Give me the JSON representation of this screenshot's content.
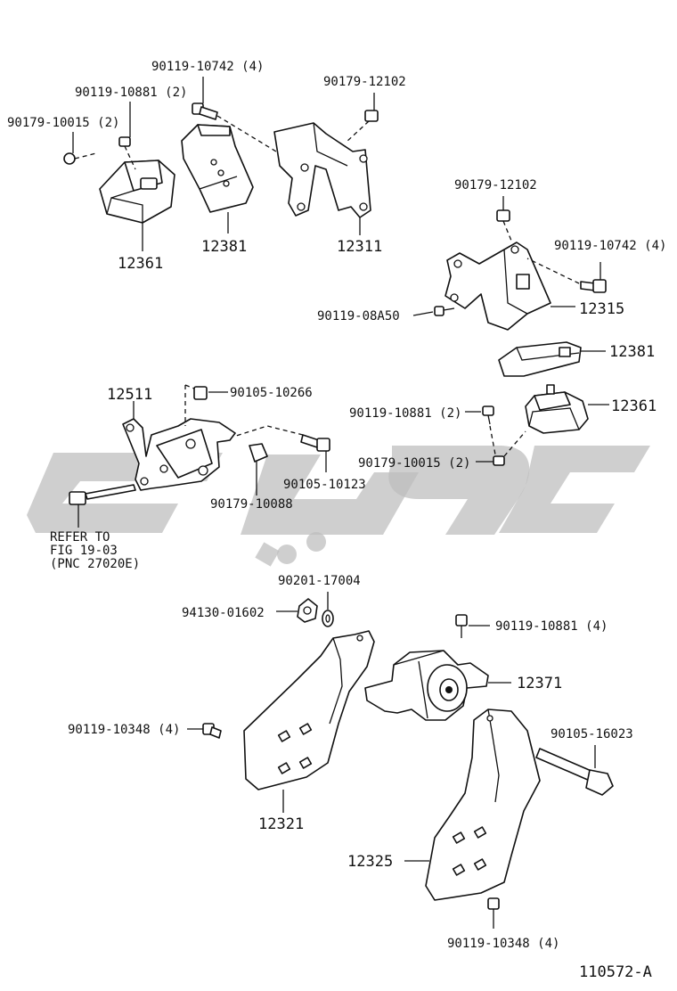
{
  "diagram": {
    "drawing_number": "110572-A",
    "labels": {
      "b_90119_10742_top": "90119-10742 (4)",
      "b_90119_10881_top": "90119-10881 (2)",
      "b_90179_12102_top": "90179-12102",
      "b_90179_10015_top": "90179-10015 (2)",
      "p_12361_top": "12361",
      "p_12381_top": "12381",
      "p_12311": "12311",
      "b_90179_12102_mid": "90179-12102",
      "b_90119_10742_mid": "90119-10742 (4)",
      "b_90119_08A50": "90119-08A50",
      "p_12315": "12315",
      "p_12381_mid": "12381",
      "p_12511": "12511",
      "b_90105_10266": "90105-10266",
      "b_90119_10881_mid": "90119-10881 (2)",
      "p_12361_mid": "12361",
      "b_90179_10015_mid": "90179-10015 (2)",
      "b_90105_10123": "90105-10123",
      "b_90179_10088": "90179-10088",
      "refer_1": "REFER TO",
      "refer_2": "FIG 19-03",
      "refer_3": "(PNC 27020E)",
      "b_90201_17004": "90201-17004",
      "b_94130_01602": "94130-01602",
      "b_90119_10881_low": "90119-10881 (4)",
      "p_12371": "12371",
      "b_90119_10348_left": "90119-10348 (4)",
      "b_90105_16023": "90105-16023",
      "p_12321": "12321",
      "p_12325": "12325",
      "b_90119_10348_bottom": "90119-10348 (4)"
    }
  }
}
